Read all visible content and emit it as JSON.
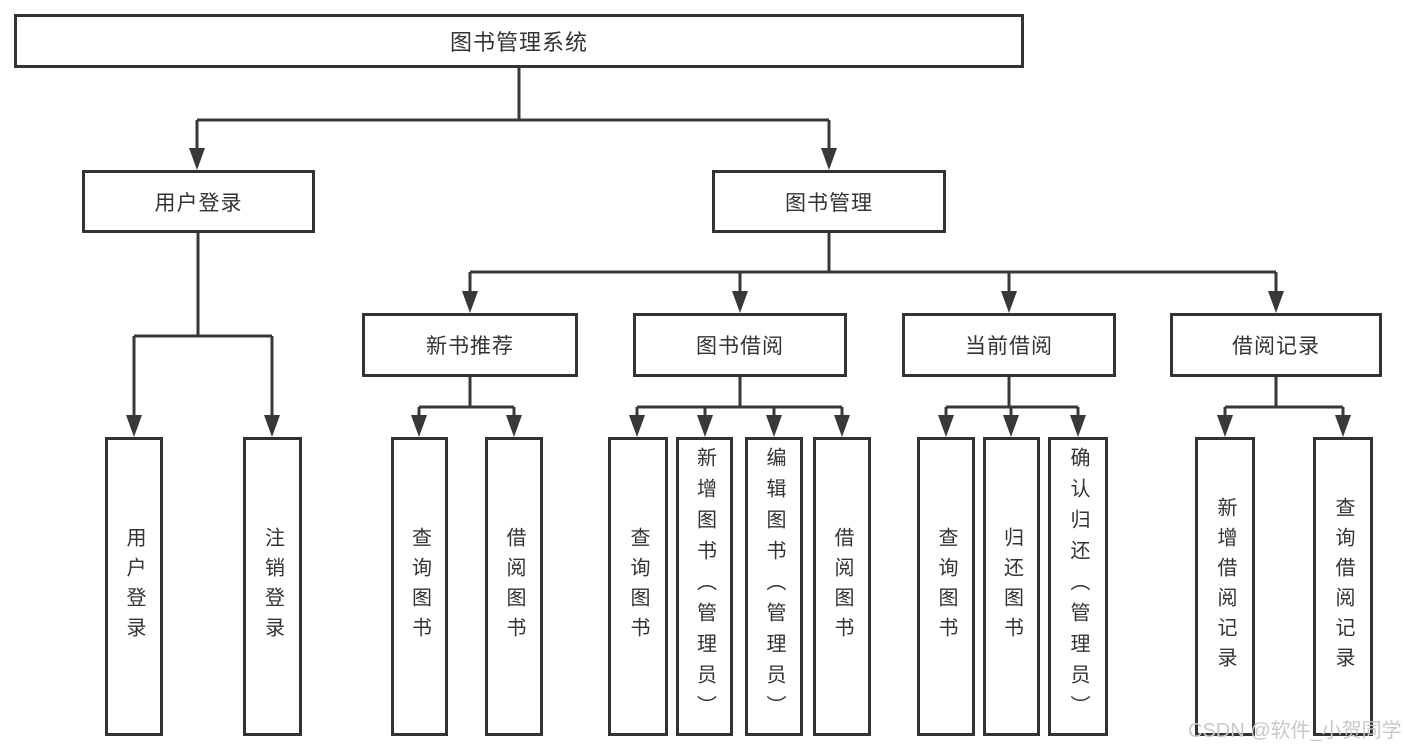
{
  "diagram": {
    "root": {
      "label": "图书管理系统"
    },
    "branches": [
      {
        "label": "用户登录",
        "children": [
          {
            "label": "用户登录"
          },
          {
            "label": "注销登录"
          }
        ]
      },
      {
        "label": "图书管理",
        "children": [
          {
            "label": "新书推荐",
            "children": [
              {
                "label": "查询图书"
              },
              {
                "label": "借阅图书"
              }
            ]
          },
          {
            "label": "图书借阅",
            "children": [
              {
                "label": "查询图书"
              },
              {
                "label": "新增图书（管理员）"
              },
              {
                "label": "编辑图书（管理员）"
              },
              {
                "label": "借阅图书"
              }
            ]
          },
          {
            "label": "当前借阅",
            "children": [
              {
                "label": "查询图书"
              },
              {
                "label": "归还图书"
              },
              {
                "label": "确认归还（管理员）"
              }
            ]
          },
          {
            "label": "借阅记录",
            "children": [
              {
                "label": "新增借阅记录"
              },
              {
                "label": "查询借阅记录"
              }
            ]
          }
        ]
      }
    ],
    "watermark": "CSDN @软件_小贺同学",
    "colors": {
      "line": "#383838",
      "border": "#333333",
      "text": "#333333",
      "background": "#ffffff",
      "watermark": "#c8c8c8"
    }
  }
}
